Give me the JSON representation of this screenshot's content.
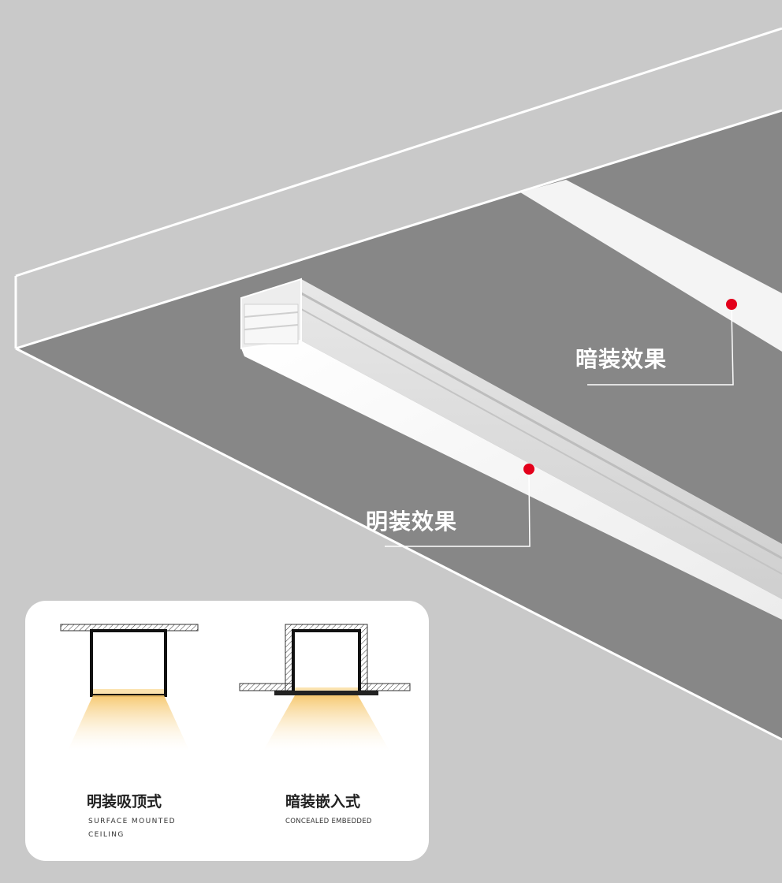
{
  "callouts": {
    "concealed_effect": "暗装效果",
    "surface_effect": "明装效果"
  },
  "diagram_panel": {
    "surface_mount": {
      "title": "明装吸顶式",
      "subtitle_line1": "SURFACE MOUNTED",
      "subtitle_line2": "CEILING"
    },
    "embedded_mount": {
      "title": "暗装嵌入式",
      "subtitle": "CONCEALED EMBEDDED"
    }
  },
  "colors": {
    "background": "#c9c9c9",
    "ceiling_underside": "#878787",
    "profile_white": "#f3f3f3",
    "marker_red": "#e3001b",
    "light_glow": "#f6c66a"
  }
}
